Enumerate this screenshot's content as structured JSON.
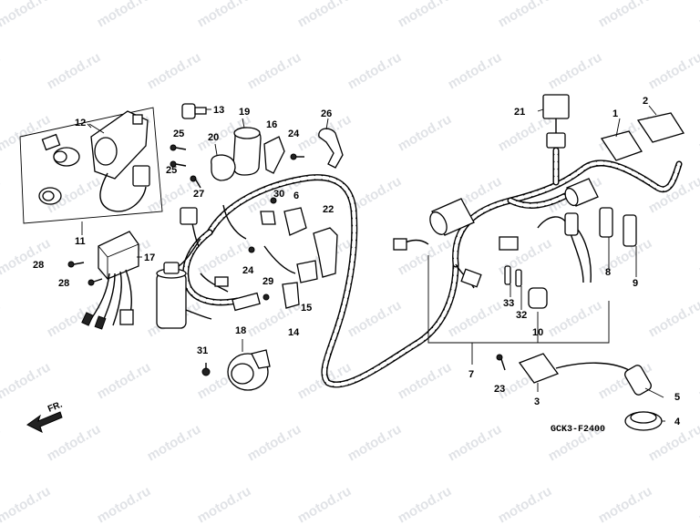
{
  "diagram": {
    "watermark_text": "motod.ru",
    "drawing_code": "GCK3-F2400",
    "direction_label": "FR.",
    "callouts": [
      {
        "id": "c1",
        "label": "1"
      },
      {
        "id": "c2",
        "label": "2"
      },
      {
        "id": "c3",
        "label": "3"
      },
      {
        "id": "c4",
        "label": "4"
      },
      {
        "id": "c5",
        "label": "5"
      },
      {
        "id": "c6",
        "label": "6"
      },
      {
        "id": "c7",
        "label": "7"
      },
      {
        "id": "c8",
        "label": "8"
      },
      {
        "id": "c9",
        "label": "9"
      },
      {
        "id": "c10",
        "label": "10"
      },
      {
        "id": "c11",
        "label": "11"
      },
      {
        "id": "c12",
        "label": "12"
      },
      {
        "id": "c13",
        "label": "13"
      },
      {
        "id": "c14",
        "label": "14"
      },
      {
        "id": "c15",
        "label": "15"
      },
      {
        "id": "c16",
        "label": "16"
      },
      {
        "id": "c17",
        "label": "17"
      },
      {
        "id": "c18",
        "label": "18"
      },
      {
        "id": "c19",
        "label": "19"
      },
      {
        "id": "c20",
        "label": "20"
      },
      {
        "id": "c21",
        "label": "21"
      },
      {
        "id": "c22",
        "label": "22"
      },
      {
        "id": "c23",
        "label": "23"
      },
      {
        "id": "c24a",
        "label": "24"
      },
      {
        "id": "c24b",
        "label": "24"
      },
      {
        "id": "c25a",
        "label": "25"
      },
      {
        "id": "c25b",
        "label": "25"
      },
      {
        "id": "c26",
        "label": "26"
      },
      {
        "id": "c27",
        "label": "27"
      },
      {
        "id": "c28a",
        "label": "28"
      },
      {
        "id": "c28b",
        "label": "28"
      },
      {
        "id": "c29",
        "label": "29"
      },
      {
        "id": "c30",
        "label": "30"
      },
      {
        "id": "c31",
        "label": "31"
      },
      {
        "id": "c32",
        "label": "32"
      },
      {
        "id": "c33",
        "label": "33"
      }
    ]
  }
}
